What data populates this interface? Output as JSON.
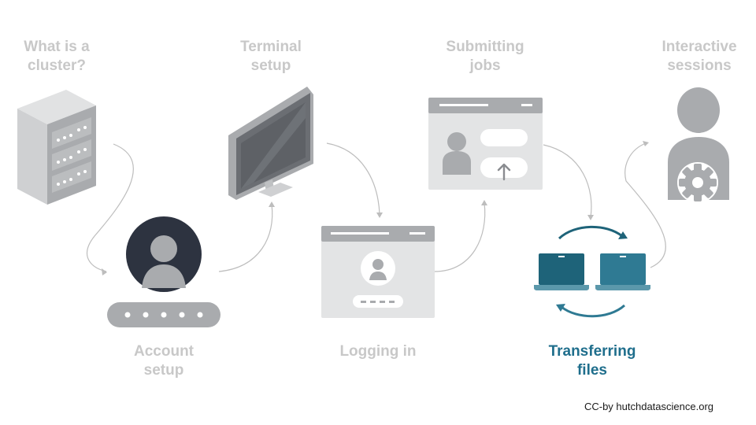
{
  "steps": [
    {
      "id": "cluster",
      "lines": [
        "What is a",
        "cluster?"
      ],
      "active": false
    },
    {
      "id": "account",
      "lines": [
        "Account",
        "setup"
      ],
      "active": false
    },
    {
      "id": "terminal",
      "lines": [
        "Terminal",
        "setup"
      ],
      "active": false
    },
    {
      "id": "login",
      "lines": [
        "Logging in"
      ],
      "active": false
    },
    {
      "id": "jobs",
      "lines": [
        "Submitting",
        "jobs"
      ],
      "active": false
    },
    {
      "id": "transfer",
      "lines": [
        "Transferring",
        "files"
      ],
      "active": true
    },
    {
      "id": "interactive",
      "lines": [
        "Interactive",
        "sessions"
      ],
      "active": false
    }
  ],
  "credit": "CC-by hutchdatascience.org",
  "colors": {
    "inactive_text": "#c8c8c8",
    "active_text": "#1f6e8c",
    "icon_gray": "#a9abae",
    "icon_light": "#e3e4e5",
    "icon_dark": "#2d3340",
    "accent_dark": "#1e6379",
    "accent_mid": "#2f7a93",
    "accent_light": "#5b98ab",
    "connector": "#bdbdbd"
  },
  "icons": {
    "cluster": "server-icon",
    "account": "user-avatar-icon",
    "terminal": "monitor-icon",
    "login": "login-window-icon",
    "jobs": "upload-window-icon",
    "transfer": "laptop-sync-icon",
    "interactive": "user-gear-icon"
  }
}
